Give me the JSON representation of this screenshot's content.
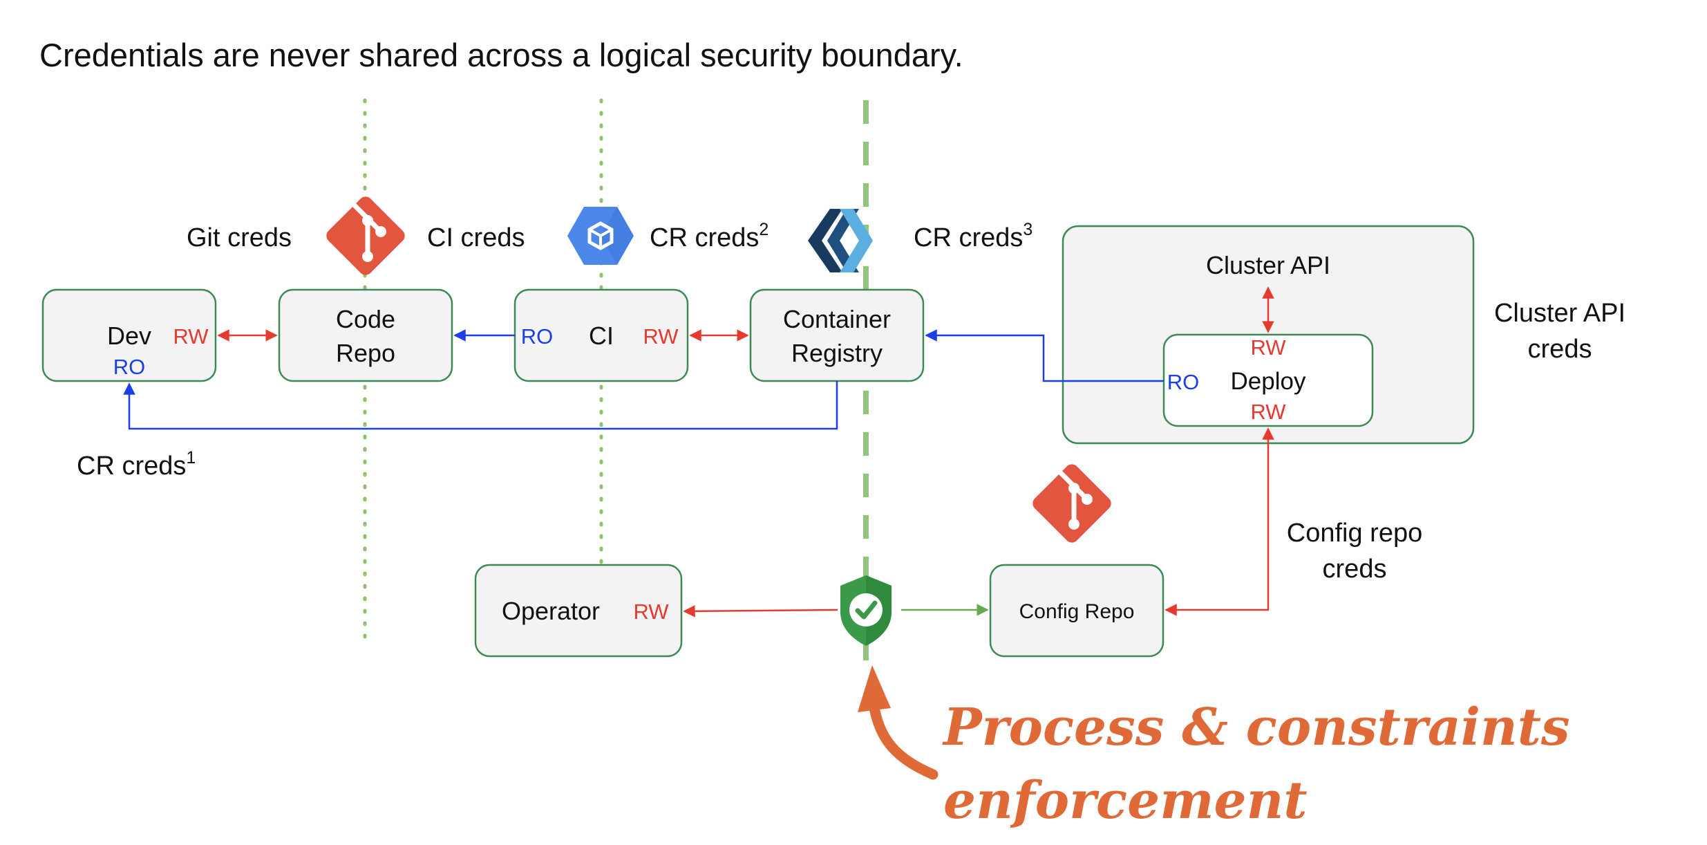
{
  "title": "Credentials are never shared across a logical security boundary.",
  "labels": {
    "git_creds": "Git creds",
    "ci_creds": "CI creds",
    "cr_creds_2": "CR creds",
    "cr_creds_2_sup": "2",
    "cr_creds_3": "CR creds",
    "cr_creds_3_sup": "3",
    "cr_creds_1": "CR creds",
    "cr_creds_1_sup": "1",
    "cluster_api_creds_line1": "Cluster API",
    "cluster_api_creds_line2": "creds",
    "config_repo_creds_line1": "Config repo",
    "config_repo_creds_line2": "creds"
  },
  "nodes": {
    "dev": "Dev",
    "code_repo_line1": "Code",
    "code_repo_line2": "Repo",
    "ci": "CI",
    "container_registry_line1": "Container",
    "container_registry_line2": "Registry",
    "cluster_api": "Cluster API",
    "deploy": "Deploy",
    "operator": "Operator",
    "config_repo": "Config Repo"
  },
  "access": {
    "rw": "RW",
    "ro": "RO"
  },
  "annotation": {
    "line1": "Process & constraints",
    "line2": "enforcement"
  },
  "colors": {
    "rw": "#e53a2f",
    "ro": "#1a3fe6",
    "box_border": "#3d8a55",
    "box_fill": "#f3f3f3",
    "boundary_dotted": "#8cc46b",
    "boundary_dashed": "#93c47d",
    "git": "#e2553f",
    "gcp": "#4b88ea",
    "registry_dark": "#173a5e",
    "registry_light": "#5aaee0",
    "shield": "#3b9a4a",
    "annotation": "#e06a37"
  },
  "icons": [
    "git-icon",
    "cloud-build-icon",
    "harbor-registry-icon",
    "shield-check-icon",
    "curved-arrow-icon"
  ]
}
